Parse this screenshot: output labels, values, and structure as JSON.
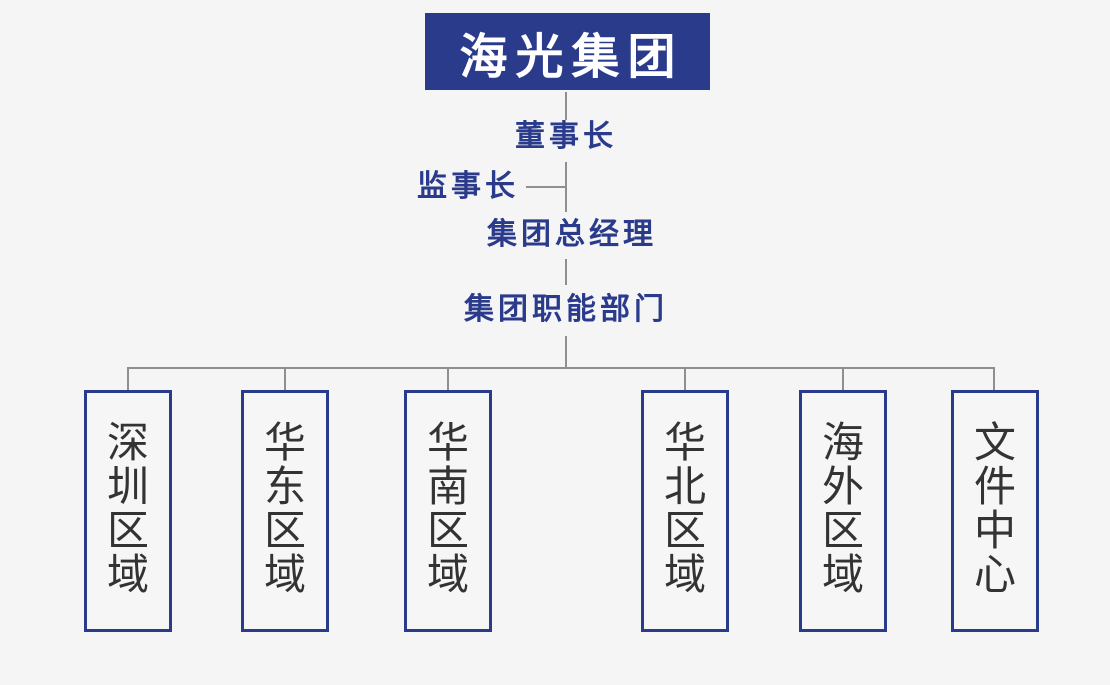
{
  "nodes": {
    "root": "海光集团",
    "chairman": "董事长",
    "supervisor": "监事长",
    "general_manager": "集团总经理",
    "functional_departments": "集团职能部门"
  },
  "departments": [
    {
      "label": "深圳区域"
    },
    {
      "label": "华东区域"
    },
    {
      "label": "华南区域"
    },
    {
      "label": "华北区域"
    },
    {
      "label": "海外区域"
    },
    {
      "label": "文件中心"
    }
  ],
  "colors": {
    "primary_blue": "#2b3b8c",
    "connector_gray": "#8f8f90",
    "background": "#f5f5f6",
    "department_text": "#333333"
  }
}
